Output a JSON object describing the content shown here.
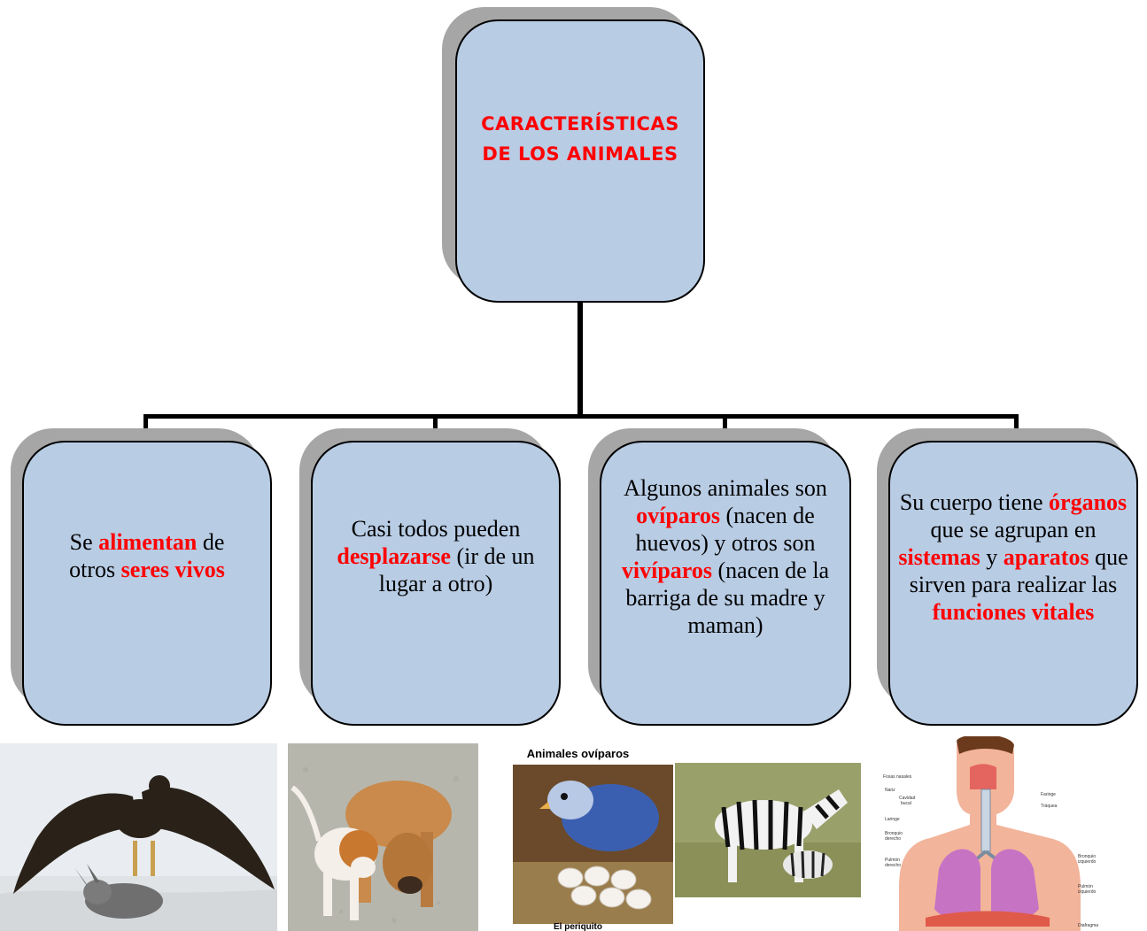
{
  "root": {
    "title_line1": "CARACTERÍSTICAS",
    "title_line2": "DE LOS ANIMALES"
  },
  "children": [
    {
      "segments": [
        {
          "t": "Se ",
          "b": false
        },
        {
          "t": "alimentan",
          "b": true
        },
        {
          "t": " de otros ",
          "b": false
        },
        {
          "t": "seres vivos",
          "b": true
        }
      ]
    },
    {
      "segments": [
        {
          "t": "Casi todos pueden ",
          "b": false
        },
        {
          "t": "desplazarse",
          "b": true
        },
        {
          "t": " (ir de un lugar a otro)",
          "b": false
        }
      ]
    },
    {
      "segments": [
        {
          "t": "Algunos animales son ",
          "b": false
        },
        {
          "t": "ovíparos",
          "b": true
        },
        {
          "t": " (nacen de huevos) y otros son ",
          "b": false
        },
        {
          "t": "vivíparos",
          "b": true
        },
        {
          "t": " (nacen de la barriga de su madre y maman)",
          "b": false
        }
      ]
    },
    {
      "segments": [
        {
          "t": "Su cuerpo tiene ",
          "b": false
        },
        {
          "t": "órganos",
          "b": true
        },
        {
          "t": " que se agrupan en ",
          "b": false
        },
        {
          "t": "sistemas",
          "b": true
        },
        {
          "t": " y ",
          "b": false
        },
        {
          "t": "aparatos",
          "b": true
        },
        {
          "t": " que sirven para realizar las ",
          "b": false
        },
        {
          "t": "funciones vitales",
          "b": true
        }
      ]
    }
  ],
  "photos": {
    "oviparos_title": "Animales ovíparos",
    "oviparos_caption": "El periquito",
    "anatomy_labels": {
      "fosas": "Fosas nasales",
      "nariz": "Nariz",
      "cavidad1": "Cavidad",
      "cavidad2": "bucal",
      "faringe": "Faringe",
      "traquea": "Tráquea",
      "laringe": "Laringe",
      "bronquio_d1": "Bronquio",
      "bronquio_d2": "derecho",
      "pulmon_d1": "Pulmón",
      "pulmon_d2": "derecho",
      "bronquio_i1": "Bronquio",
      "bronquio_i2": "izquierdo",
      "pulmon_i1": "Pulmón",
      "pulmon_i2": "izquierdo",
      "diafragma": "Diafragma"
    }
  },
  "colors": {
    "box_fill": "#b8cce4",
    "highlight": "#ff0000",
    "shadow": "#a6a6a6"
  }
}
